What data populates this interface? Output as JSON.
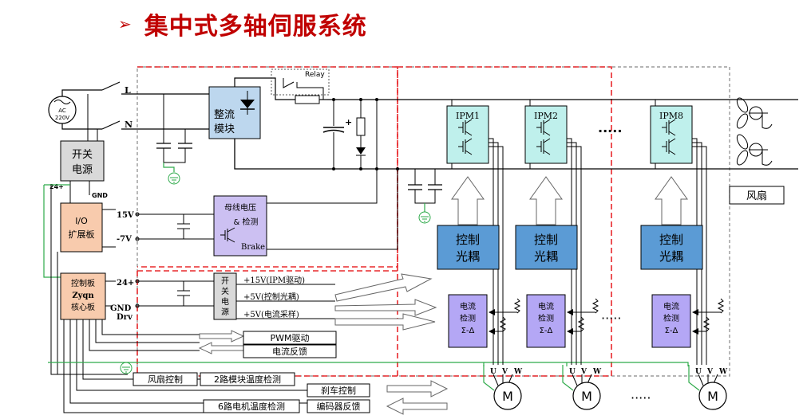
{
  "title": "集中式多轴伺服系统",
  "power": {
    "L": "L",
    "N": "N",
    "ac_top": "AC",
    "ac_bottom": "220V",
    "relay": "Relay"
  },
  "blocks": {
    "switch_psu": [
      "开关",
      "电源"
    ],
    "rectifier": [
      "整流",
      "模块"
    ],
    "io_board": [
      "I/O",
      "扩展板"
    ],
    "ctrl_board": [
      "控制板",
      "Zyqn",
      "核心板"
    ],
    "bus_voltage": [
      "母线电压",
      "& 检测"
    ],
    "brake": "Brake",
    "psu2": [
      "开",
      "关",
      "电",
      "源"
    ],
    "fan": "风扇"
  },
  "pins": {
    "p24a": "24+",
    "gnd_a": "GND",
    "p15v": "15V",
    "m7v": "-7V",
    "p24b": "24+",
    "gnd_b": "GND",
    "drv": "Drv"
  },
  "power_outputs": [
    "+15V(IPM驱动)",
    "+5V(控制光耦)",
    "+5V(电流采样)"
  ],
  "signals": [
    "PWM驱动",
    "电流反馈",
    "风扇控制",
    "2路模块温度检测",
    "刹车控制",
    "6路电机温度检测",
    "编码器反馈"
  ],
  "ipms": [
    "IPM1",
    "IPM2",
    "IPM8"
  ],
  "opto": [
    "控制",
    "光耦"
  ],
  "current_sense": [
    "电流",
    "检测",
    "Σ-Δ"
  ],
  "motor": {
    "label": "M",
    "u": "U",
    "v": "V",
    "w": "W"
  },
  "ellipsis": "·····",
  "colors": {
    "title_red": "#c00000",
    "gray_block": "#d9d9d9",
    "io_block": "#f8cbad",
    "rect_block": "#bdd7ee",
    "bus_block": "#ccc0f2",
    "opto_block": "#5b9bd5",
    "cs_block": "#b4a7f5",
    "ipm_block": "#bff0ec",
    "ground_green": "#2eaa4a",
    "dash_red": "#e8282c"
  }
}
